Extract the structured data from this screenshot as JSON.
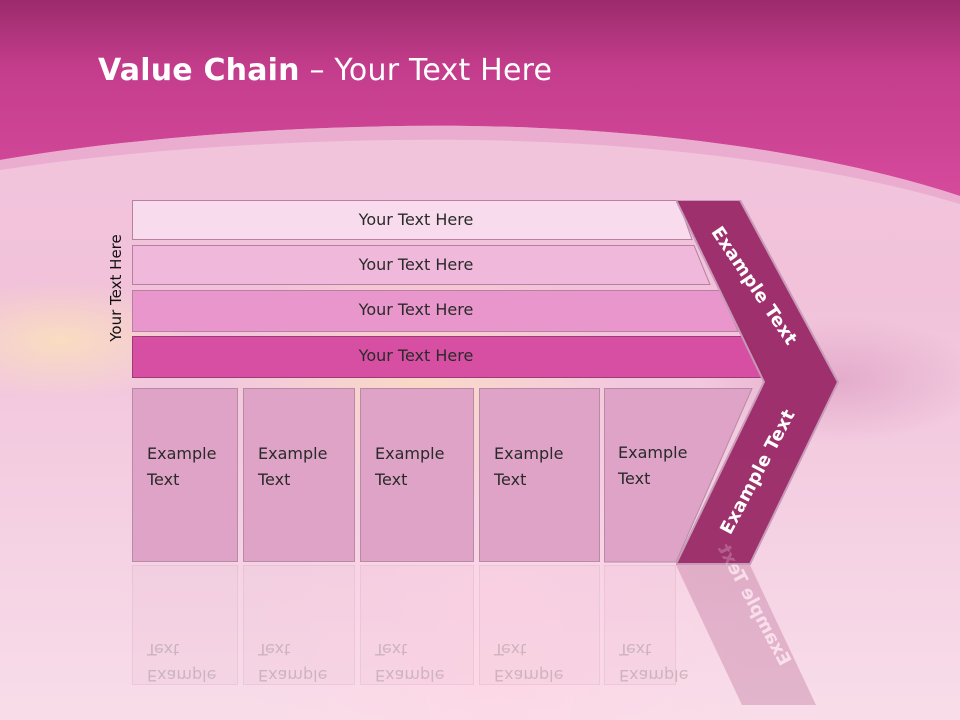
{
  "slide": {
    "title_bold": "Value Chain",
    "title_rest": " – Your Text Here",
    "side_label": "Your Text Here"
  },
  "bars": [
    {
      "label": "Your Text Here",
      "color": "#f8dcee"
    },
    {
      "label": "Your Text Here",
      "color": "#f0b9dc"
    },
    {
      "label": "Your Text Here",
      "color": "#e896cb"
    },
    {
      "label": "Your Text Here",
      "color": "#d64fa3"
    }
  ],
  "cells": [
    {
      "text": "Example\nText"
    },
    {
      "text": "Example\nText"
    },
    {
      "text": "Example\nText"
    },
    {
      "text": "Example\nText"
    },
    {
      "text": "Example\nText"
    }
  ],
  "chevron": {
    "top_text": "Example Text",
    "bottom_text": "Example Text",
    "color": "#9c2d6a"
  },
  "colors": {
    "header": "#cc3f93",
    "cell": "#dea3c6"
  }
}
